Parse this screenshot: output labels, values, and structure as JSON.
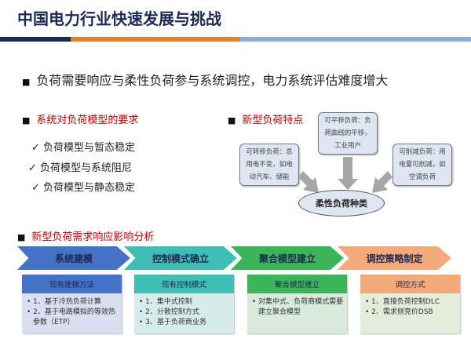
{
  "title": "中国电力行业快速发展与挑战",
  "lead": "负荷需要响应与柔性负荷参与系统调控，电力系统评估难度增大",
  "bullet": "■",
  "left_section": {
    "heading": "系统对负荷模型的要求",
    "items": [
      "✓ 负荷模型与暂态稳定",
      "✓ 负荷模型与系统阻尼",
      "✓ 负荷模型与静态稳定"
    ]
  },
  "right_section": {
    "heading": "新型负荷特点",
    "notes": {
      "top": [
        "可平移负荷：负",
        "荷曲线的平移，",
        "工业用户"
      ],
      "left": [
        "可转移负荷：总",
        "用电不变，如电",
        "动汽车、储能"
      ],
      "right": [
        "可削减负荷：用",
        "电量可削减，如",
        "空调负荷"
      ]
    },
    "center": "柔性负荷种类"
  },
  "analysis": {
    "heading": "新型负荷需求响应影响分析",
    "steps": [
      "系统建模",
      "控制模式确立",
      "聚合模型建立",
      "调控策略制定"
    ],
    "cards": [
      {
        "title": "现有建模方法",
        "items": [
          "• 1、基于冷热负荷计算",
          "• 2、基于电路模拟的等效热参数（ETP）"
        ]
      },
      {
        "title": "现有控制模式",
        "items": [
          "• 1、集中式控制",
          "• 2、分散控制方式",
          "• 3、基于负荷商业务"
        ]
      },
      {
        "title": "聚合模型建立",
        "items": [
          "• 对集中式、负荷商模式需要建立聚合模型"
        ]
      },
      {
        "title": "调控方式",
        "items": [
          "• 1、直接负荷控制DLC",
          "• 2、需求侧竞价DSB"
        ]
      }
    ]
  },
  "colors": {
    "navy": "#1c2a55",
    "orange": "#e07f2c",
    "lightblue": "#8eaadb",
    "red": "#c00000"
  }
}
